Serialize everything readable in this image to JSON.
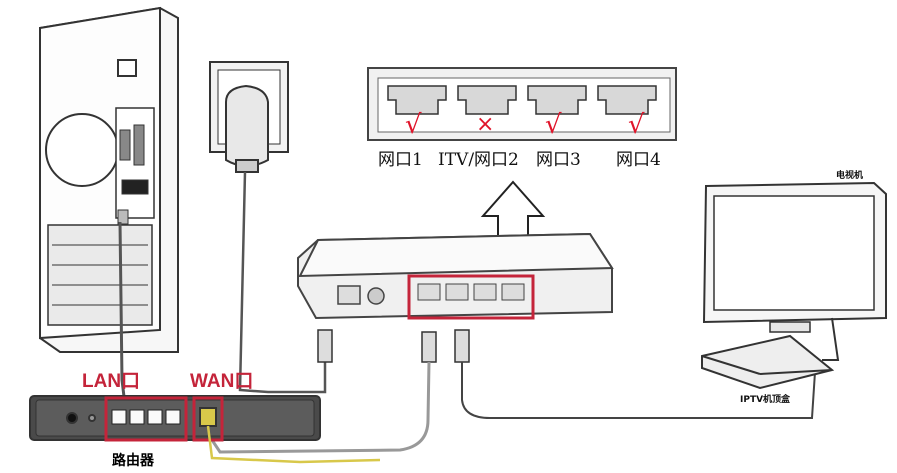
{
  "ports_top": [
    {
      "label": "网口1",
      "mark": "√"
    },
    {
      "label": "ITV/网口2",
      "mark": "×"
    },
    {
      "label": "网口3",
      "mark": "√"
    },
    {
      "label": "网口4",
      "mark": "√"
    }
  ],
  "labels": {
    "lan": "LAN口",
    "wan": "WAN口",
    "router": "路由器",
    "tv": "电视机",
    "iptv_box": "IPTV机顶盒"
  },
  "colors": {
    "highlight_red": "#c4243a",
    "mark_red": "#e0142a",
    "line": "#333333",
    "yellow_cable": "#d8c84a"
  },
  "icons": {
    "arrow": "up-arrow-icon",
    "pc": "desktop-pc-icon",
    "adapter": "power-adapter-icon",
    "switch": "network-switch-icon",
    "tv": "television-icon",
    "settop": "set-top-box-icon",
    "router": "router-icon"
  }
}
